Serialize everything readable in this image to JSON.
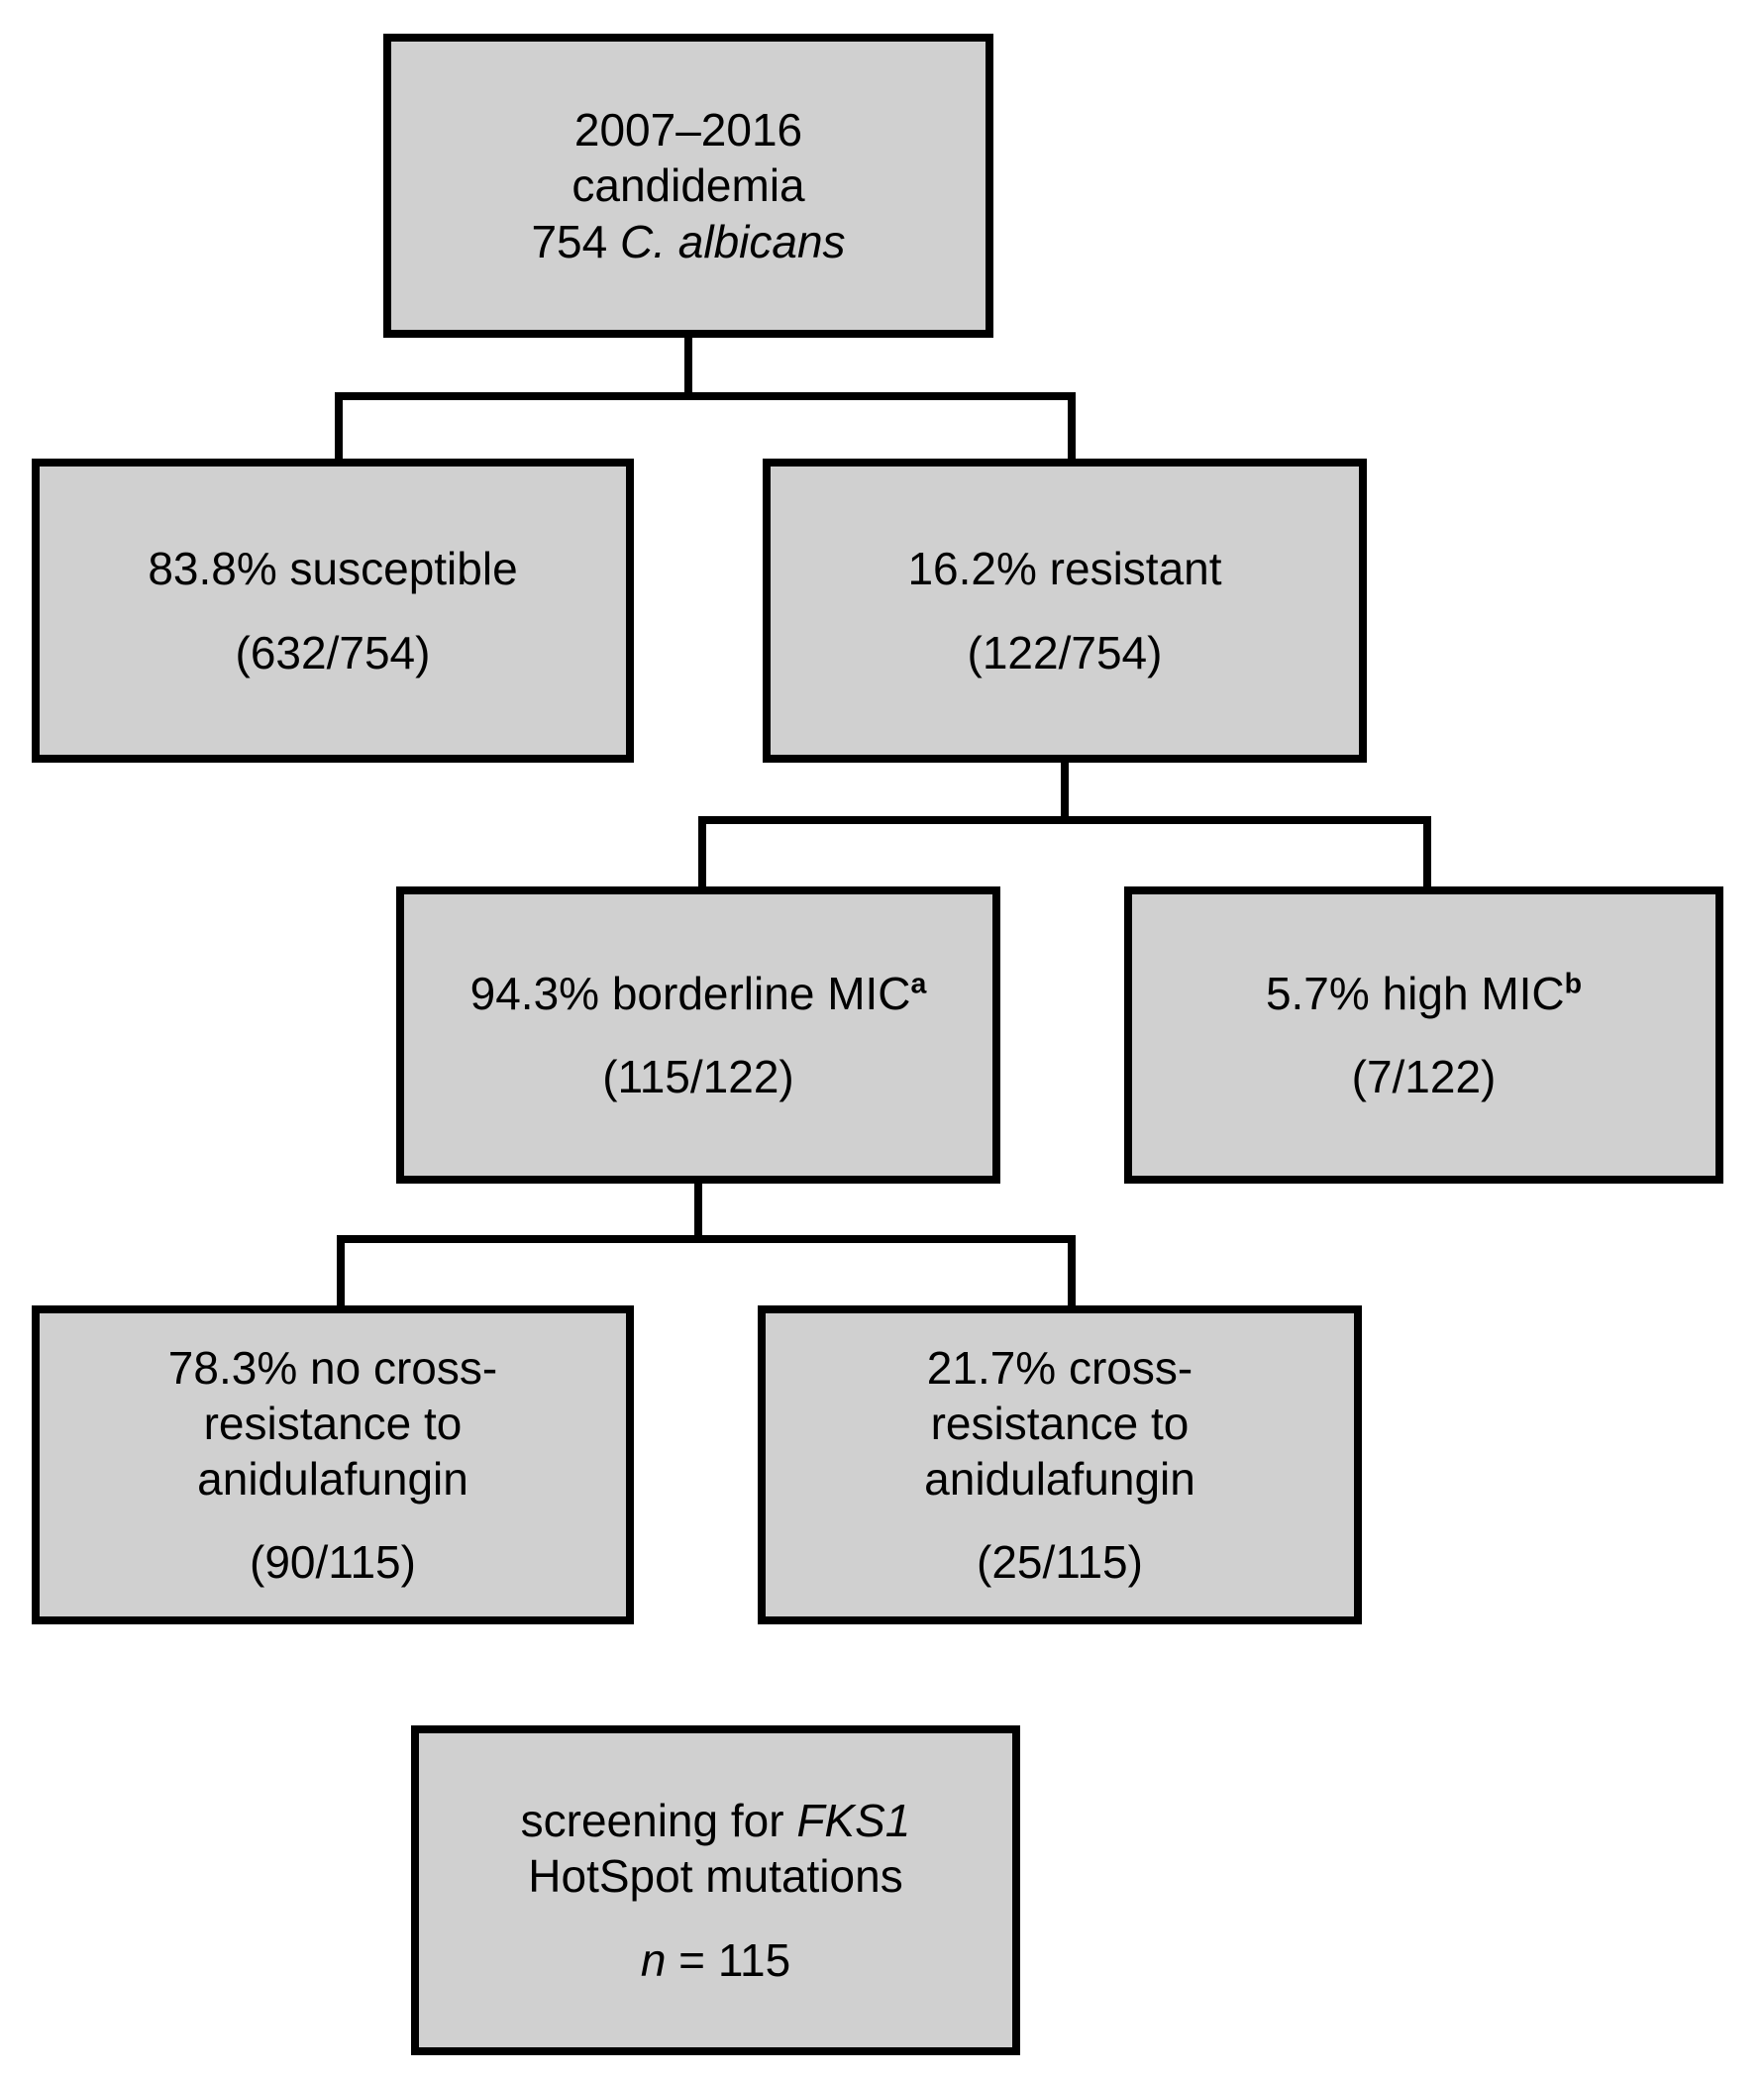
{
  "figure": {
    "type": "flowchart",
    "title": "Candidemia C. albicans fluconazole resistance screening flowchart",
    "box_fill_color": "#d0d0d0",
    "border_color": "#000000",
    "background_color": "#ffffff"
  },
  "nodes": {
    "root": {
      "id": "root",
      "lines": [
        "2007–2016",
        "candidemia",
        "754 C. albicans"
      ],
      "line1": "2007–2016",
      "line2": "candidemia",
      "line3_prefix": "754 ",
      "line3_italic": "C. albicans"
    },
    "susceptible": {
      "id": "susceptible",
      "label": "83.8% susceptible",
      "count": "(632/754)",
      "percent": 83.8,
      "numerator": 632,
      "denominator": 754
    },
    "resistant": {
      "id": "resistant",
      "label": "16.2% resistant",
      "count": "(122/754)",
      "percent": 16.2,
      "numerator": 122,
      "denominator": 754
    },
    "borderline_mic": {
      "id": "borderline_mic",
      "label": "94.3% borderline MIC",
      "footnote_marker": "a",
      "count": "(115/122)",
      "percent": 94.3,
      "numerator": 115,
      "denominator": 122
    },
    "high_mic": {
      "id": "high_mic",
      "label": "5.7% high MIC",
      "footnote_marker": "b",
      "count": "(7/122)",
      "percent": 5.7,
      "numerator": 7,
      "denominator": 122
    },
    "no_cross_resistance": {
      "id": "no_cross_resistance",
      "line1": "78.3% no cross-",
      "line2": "resistance to",
      "line3": "anidulafungin",
      "count": "(90/115)",
      "percent": 78.3,
      "numerator": 90,
      "denominator": 115
    },
    "cross_resistance": {
      "id": "cross_resistance",
      "line1": "21.7% cross-",
      "line2": "resistance to",
      "line3": "anidulafungin",
      "count": "(25/115)",
      "percent": 21.7,
      "numerator": 25,
      "denominator": 115
    },
    "screening": {
      "id": "screening",
      "line1_prefix": "screening for ",
      "line1_italic": "FKS1",
      "line2": "HotSpot mutations",
      "n_italic": "n",
      "n_value": " = 115"
    }
  },
  "edges": [
    {
      "from": "root",
      "to": "susceptible"
    },
    {
      "from": "root",
      "to": "resistant"
    },
    {
      "from": "resistant",
      "to": "borderline_mic"
    },
    {
      "from": "resistant",
      "to": "high_mic"
    },
    {
      "from": "borderline_mic",
      "to": "no_cross_resistance"
    },
    {
      "from": "borderline_mic",
      "to": "cross_resistance"
    }
  ]
}
